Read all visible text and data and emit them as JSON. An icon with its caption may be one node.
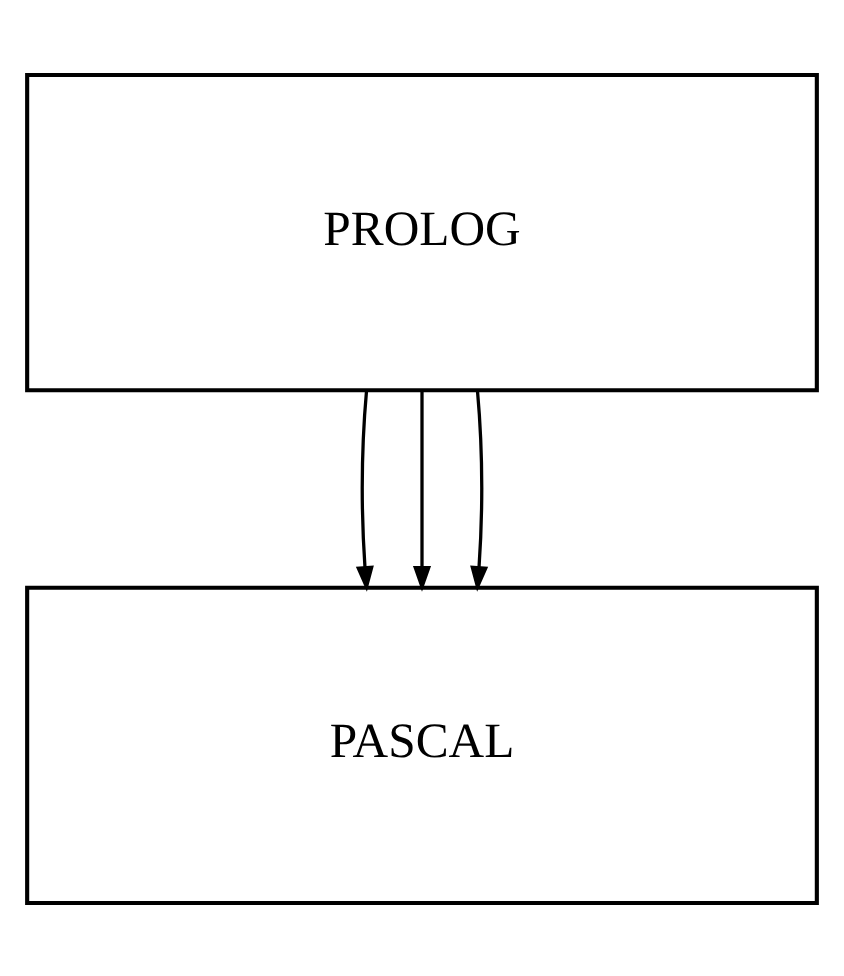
{
  "diagram": {
    "nodes": [
      {
        "text": [
          "PROLOG"
        ]
      },
      {
        "text": [
          "PASCAL"
        ]
      }
    ],
    "edges": [
      {
        "from": 0,
        "to": 1,
        "arrow": "to"
      },
      {
        "from": 0,
        "to": 1,
        "arrow": "to"
      },
      {
        "from": 0,
        "to": 1,
        "arrow": "to"
      }
    ]
  }
}
